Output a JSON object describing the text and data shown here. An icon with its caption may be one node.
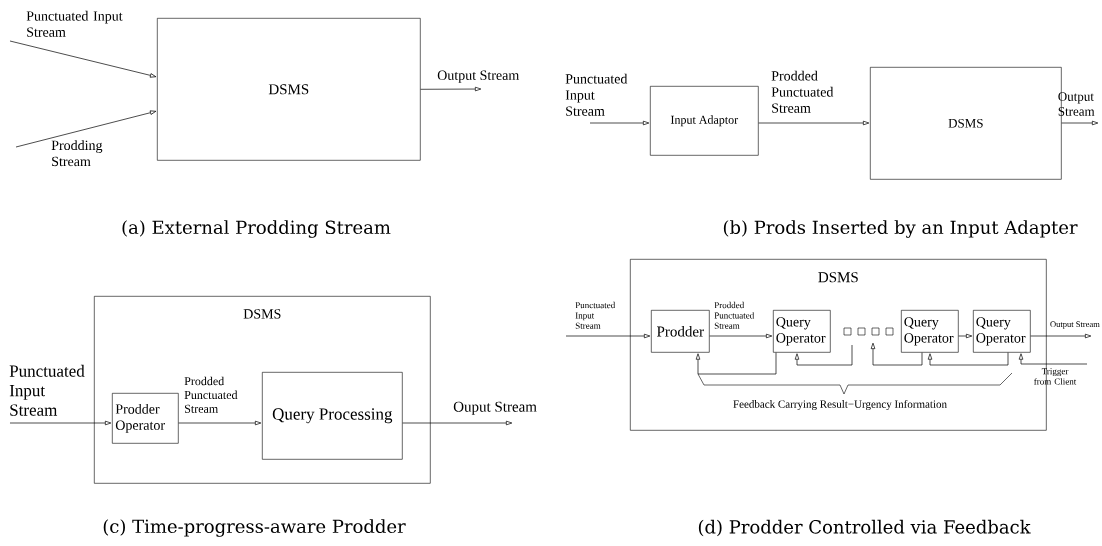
{
  "diagram": {
    "nodes": [
      {
        "text": [
          "DSMS"
        ]
      },
      {
        "text": [
          "Input Adaptor"
        ]
      },
      {
        "text": [
          "DSMS"
        ]
      },
      {
        "text": [
          "DSMS"
        ]
      },
      {
        "text": [
          "Prodder Operator"
        ],
        "in": 3
      },
      {
        "text": [
          "Query Processing"
        ],
        "in": 3
      },
      {
        "text": [
          "DSMS"
        ]
      },
      {
        "text": [
          "Prodder"
        ],
        "in": 6
      },
      {
        "text": [
          "Query Operator"
        ],
        "in": 6
      },
      {
        "text": [
          "Query Operator"
        ],
        "in": 6
      },
      {
        "text": [
          "Query Operator"
        ],
        "in": 6
      }
    ],
    "edges": [
      {
        "from": null,
        "to": 0,
        "arrow": "to",
        "label": "Punctuated Input Stream"
      },
      {
        "from": null,
        "to": 0,
        "arrow": "to",
        "label": "Prodding Stream"
      },
      {
        "from": 0,
        "to": null,
        "arrow": "to",
        "label": "Output Stream"
      },
      {
        "from": null,
        "to": 1,
        "arrow": "to",
        "label": "Punctuated Input Stream"
      },
      {
        "from": 1,
        "to": 2,
        "arrow": "to",
        "label": "Prodded Punctuated Stream"
      },
      {
        "from": 2,
        "to": null,
        "arrow": "to",
        "label": "Output Stream"
      },
      {
        "from": null,
        "to": 4,
        "arrow": "to",
        "label": "Punctuated Input Stream"
      },
      {
        "from": 4,
        "to": 5,
        "arrow": "to",
        "label": "Prodded Punctuated Stream"
      },
      {
        "from": 5,
        "to": null,
        "arrow": "to",
        "label": "Ouput Stream"
      },
      {
        "from": null,
        "to": 7,
        "arrow": "to",
        "label": "Punctuated Input Stream"
      },
      {
        "from": 7,
        "to": 8,
        "arrow": "to",
        "label": "Prodded Punctuated Stream"
      },
      {
        "from": 9,
        "to": 10,
        "arrow": "to"
      },
      {
        "from": 10,
        "to": null,
        "arrow": "to",
        "label": "Output Stream"
      },
      {
        "from": null,
        "to": 10,
        "arrow": "to",
        "label": "Trigger from Client"
      },
      {
        "from": 8,
        "to": 7,
        "arrow": "to"
      },
      {
        "from": null,
        "to": 8,
        "arrow": "to"
      },
      {
        "from": 9,
        "to": null,
        "arrow": "to"
      },
      {
        "from": 10,
        "to": 9,
        "arrow": "to"
      }
    ],
    "labels": [
      "Feedback Carrying Result−Urgency Information",
      "(a) External Prodding Stream",
      "(b) Prods Inserted by an Input Adapter",
      "(c) Time-progress-aware Prodder",
      "(d) Prodder Controlled via Feedback"
    ]
  }
}
